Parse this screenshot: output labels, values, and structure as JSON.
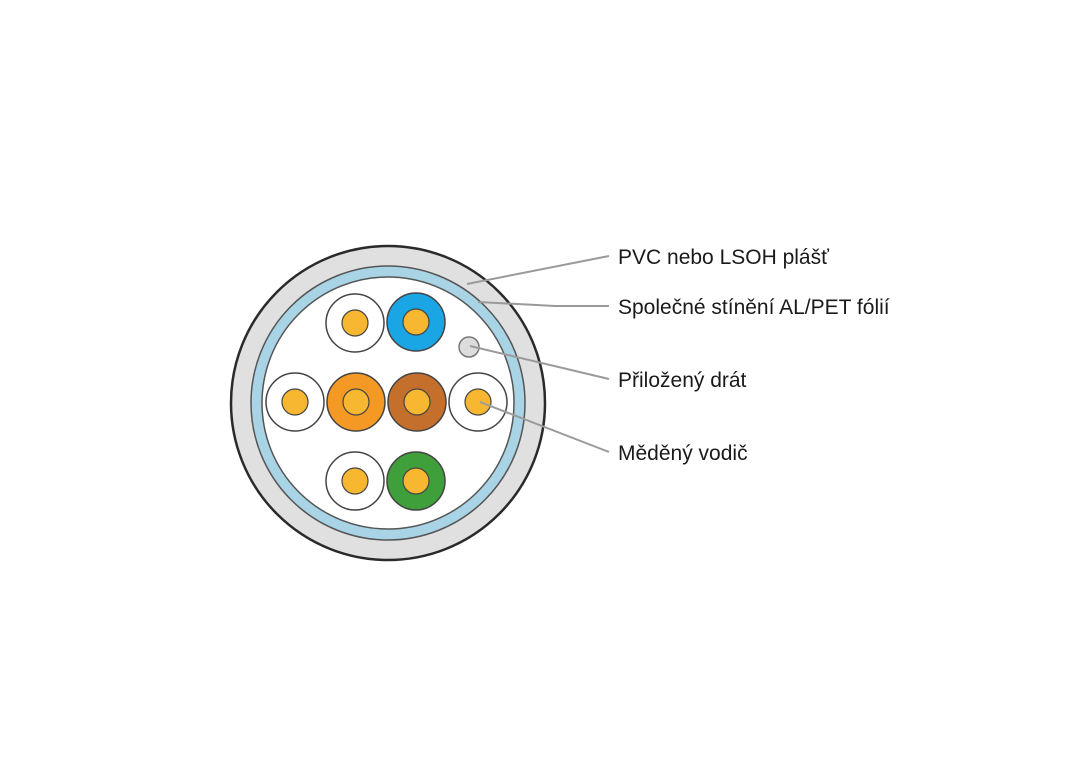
{
  "labels": {
    "jacket": "PVC nebo LSOH plášť",
    "shield": "Společné stínění AL/PET fólií",
    "drain": "Přiložený drát",
    "conductor": "Měděný vodič"
  },
  "colors": {
    "jacket": "#e0e0e0",
    "jacket_outline": "#2a2a2a",
    "shield": "#a9d4e6",
    "core_background": "#ffffff",
    "copper": "#f7b731",
    "pair_blue": "#1aa6e4",
    "pair_orange": "#f49a24",
    "pair_brown": "#c56f2c",
    "pair_green": "#3f9f3a",
    "pair_white": "#ffffff",
    "drain_wire": "#dcdcdc",
    "leader_line": "#9a9a9a"
  },
  "conductors": [
    {
      "name": "white-blue",
      "insulation": "pair_white"
    },
    {
      "name": "blue",
      "insulation": "pair_blue"
    },
    {
      "name": "white-orange",
      "insulation": "pair_white"
    },
    {
      "name": "orange",
      "insulation": "pair_orange"
    },
    {
      "name": "brown",
      "insulation": "pair_brown"
    },
    {
      "name": "white-brown",
      "insulation": "pair_white"
    },
    {
      "name": "white-green",
      "insulation": "pair_white"
    },
    {
      "name": "green",
      "insulation": "pair_green"
    }
  ]
}
